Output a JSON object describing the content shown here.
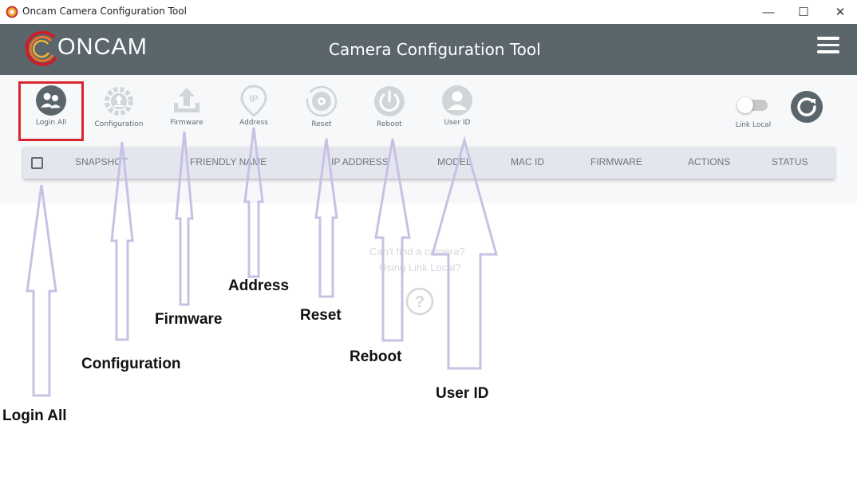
{
  "window": {
    "title": "Oncam Camera Configuration Tool",
    "minimize": "—",
    "maximize": "☐",
    "close": "✕"
  },
  "header": {
    "logo_text": "ONCAM",
    "title": "Camera Configuration Tool",
    "menu_icon": "hamburger-menu-icon"
  },
  "toolbar": {
    "login_all": "Login All",
    "configuration": "Configuration",
    "firmware": "Firmware",
    "address": "Address",
    "reset": "Reset",
    "reboot": "Reboot",
    "user_id": "User ID",
    "link_local": "Link Local",
    "link_local_enabled": false
  },
  "table": {
    "columns": [
      "SNAPSHOT",
      "FRIENDLY NAME",
      "IP ADDRESS",
      "MODEL",
      "MAC ID",
      "FIRMWARE",
      "ACTIONS",
      "STATUS"
    ]
  },
  "empty_state": {
    "line1": "Can't find a camera?",
    "line2": "Using Link Local?"
  },
  "annotations": {
    "login_all": "Login All",
    "configuration": "Configuration",
    "firmware": "Firmware",
    "address": "Address",
    "reset": "Reset",
    "reboot": "Reboot",
    "user_id": "User ID"
  },
  "colors": {
    "header_bg": "#5b666c",
    "highlight_red": "#d9262c",
    "arrow_outline": "#c9c0e4",
    "icon_active": "#5b666c",
    "icon_disabled": "#d0d5d8"
  }
}
